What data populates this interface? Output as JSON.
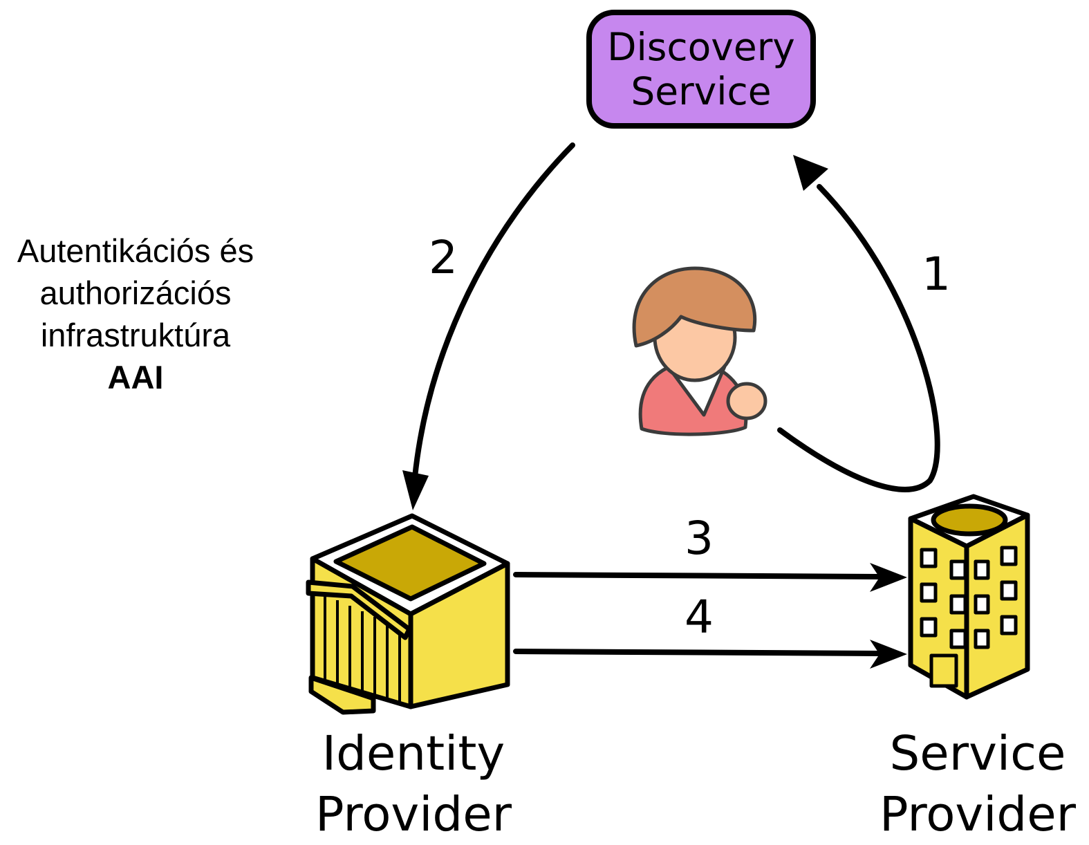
{
  "aai_title": {
    "line1": "Autentikációs és",
    "line2": "authorizációs",
    "line3": "infrastruktúra",
    "acronym": "AAI"
  },
  "nodes": {
    "discovery_service": {
      "line1": "Discovery",
      "line2": "Service",
      "fill": "#c687ee"
    },
    "identity_provider": {
      "line1": "Identity",
      "line2": "Provider",
      "fill": "#f5e04a"
    },
    "service_provider": {
      "line1": "Service",
      "line2": "Provider",
      "fill": "#f5e04a"
    }
  },
  "steps": {
    "step1": "1",
    "step2": "2",
    "step3": "3",
    "step4": "4"
  },
  "colors": {
    "building": "#f5e04a",
    "building_dark": "#c9a806",
    "user_skin": "#fcc8a4",
    "user_hair": "#d48f5f",
    "user_shirt": "#f07a7a"
  }
}
